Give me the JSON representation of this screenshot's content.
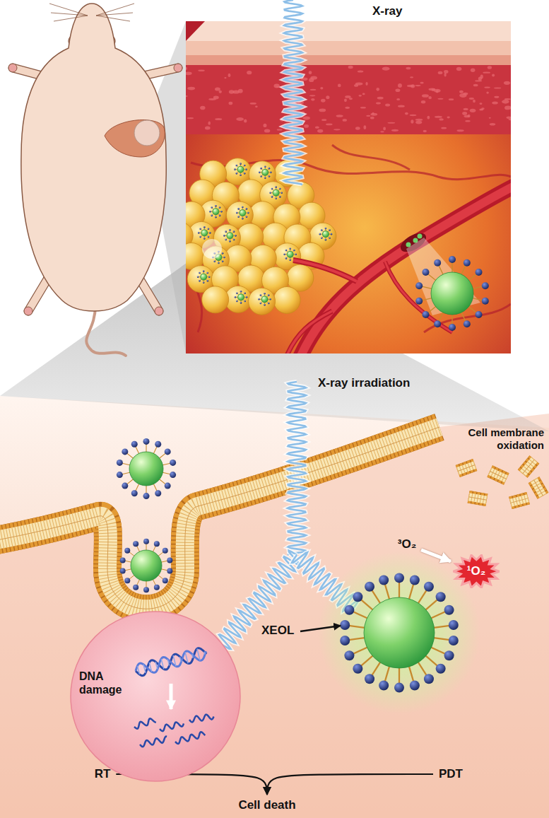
{
  "diagram": {
    "nodes": [
      {
        "text": [
          "DNA damage"
        ]
      },
      {
        "text": [
          "³O₂"
        ]
      },
      {
        "text": [
          "¹O₂"
        ]
      },
      {
        "text": [
          "RT"
        ]
      },
      {
        "text": [
          "PDT"
        ]
      },
      {
        "text": [
          "Cell death"
        ]
      }
    ],
    "edges": [
      {
        "from": 1,
        "to": 2,
        "arrow": "to"
      },
      {
        "from": 3,
        "to": 5,
        "arrow": "to"
      },
      {
        "from": 4,
        "to": 5,
        "arrow": "to"
      }
    ],
    "labels": [
      "X-ray",
      "X-ray irradiation",
      "Cell membrane oxidation",
      "XEOL"
    ]
  }
}
